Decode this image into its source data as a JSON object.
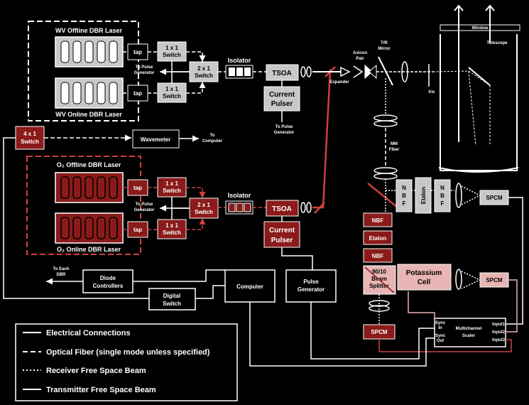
{
  "labels": {
    "wv_offline_laser": "WV Offline DBR Laser",
    "wv_online_laser": "WV Online DBR Laser",
    "o2_offline_laser": "O₂ Offline DBR Laser",
    "o2_online_laser": "O₂ Online DBR Laser",
    "tap": "tap",
    "switch_1x1": [
      "1 x 1",
      "Switch"
    ],
    "switch_2x1": [
      "2 x 1",
      "Switch"
    ],
    "switch_4x1": [
      "4 x 1",
      "Switch"
    ],
    "isolator": "Isolator",
    "tsoa": "TSOA",
    "current_pulser": [
      "Current",
      "Pulser"
    ],
    "to_pulse_generator": [
      "To Pulse",
      "Generator"
    ],
    "wavemeter": "Wavemeter",
    "to_computer": [
      "To",
      "Computer"
    ],
    "expander": "Expander",
    "axicon_pair": [
      "Axicon",
      "Pair"
    ],
    "tr_mirror": [
      "T/R",
      "Mirror"
    ],
    "window": "Window",
    "telescope": "Telescope",
    "iris": "Iris",
    "mm_fiber": [
      "MM",
      "Fiber"
    ],
    "nbf": "NBF",
    "nbf_vertical": [
      "N",
      "B",
      "F"
    ],
    "etalon": "Etalon",
    "spcm": "SPCM",
    "splitter": [
      "90/10",
      "Beam",
      "Splitter"
    ],
    "potassium_cell": [
      "Potassium",
      "Cell"
    ],
    "multichannel_scaler": [
      "Multichannel",
      "Scaler"
    ],
    "scaler_ports_left": [
      "Sync",
      "In",
      "Sync",
      "Out"
    ],
    "scaler_ports_right": [
      "Input1",
      "Input2",
      "Input3"
    ],
    "computer": "Computer",
    "pulse_generator": [
      "Pulse",
      "Generator"
    ],
    "diode_controllers": [
      "Diode",
      "Controllers"
    ],
    "to_each_dbr": [
      "To Each",
      "DBR"
    ],
    "digital_switch": [
      "Digital",
      "Switch"
    ]
  },
  "legend": [
    {
      "style": "electrical",
      "label": "Electrical Connections"
    },
    {
      "style": "fiber",
      "label": "Optical Fiber (single mode unless specified)"
    },
    {
      "style": "receiver",
      "label": "Receiver Free Space Beam"
    },
    {
      "style": "transmitter",
      "label": "Transmitter Free Space Beam"
    }
  ],
  "colors": {
    "background": "#000000",
    "water_vapor_component": "#c8c8c8",
    "oxygen_component": "#8b1a1a",
    "receiver_component": "#e8b4b4",
    "line": "#ffffff",
    "o2_line": "#d04040"
  }
}
